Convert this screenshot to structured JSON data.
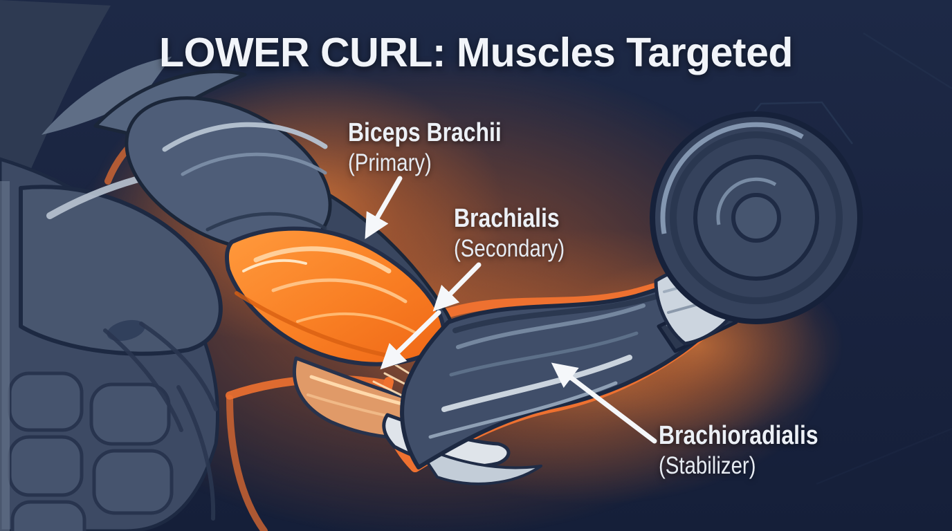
{
  "title": "LOWER CURL: Muscles Targeted",
  "labels": {
    "biceps": {
      "name": "Biceps Brachii",
      "qualifier": "(Primary)"
    },
    "brachialis": {
      "name": "Brachialis",
      "qualifier": "(Secondary)"
    },
    "brachioradialis": {
      "name": "Brachioradialis",
      "qualifier": "(Stabilizer)"
    }
  },
  "colors": {
    "background_navy": "#1a2440",
    "outline_navy": "#1b2639",
    "body_slate": "#46546e",
    "highlight_steel": "#c9d3de",
    "muscle_orange": "#f2701d",
    "muscle_orange_light": "#ffc98f",
    "brachialis_peach": "#e09a68",
    "glow_orange": "#e8742e",
    "text_white": "#ecf0f6",
    "arrow_white": "#f5f7fa"
  }
}
